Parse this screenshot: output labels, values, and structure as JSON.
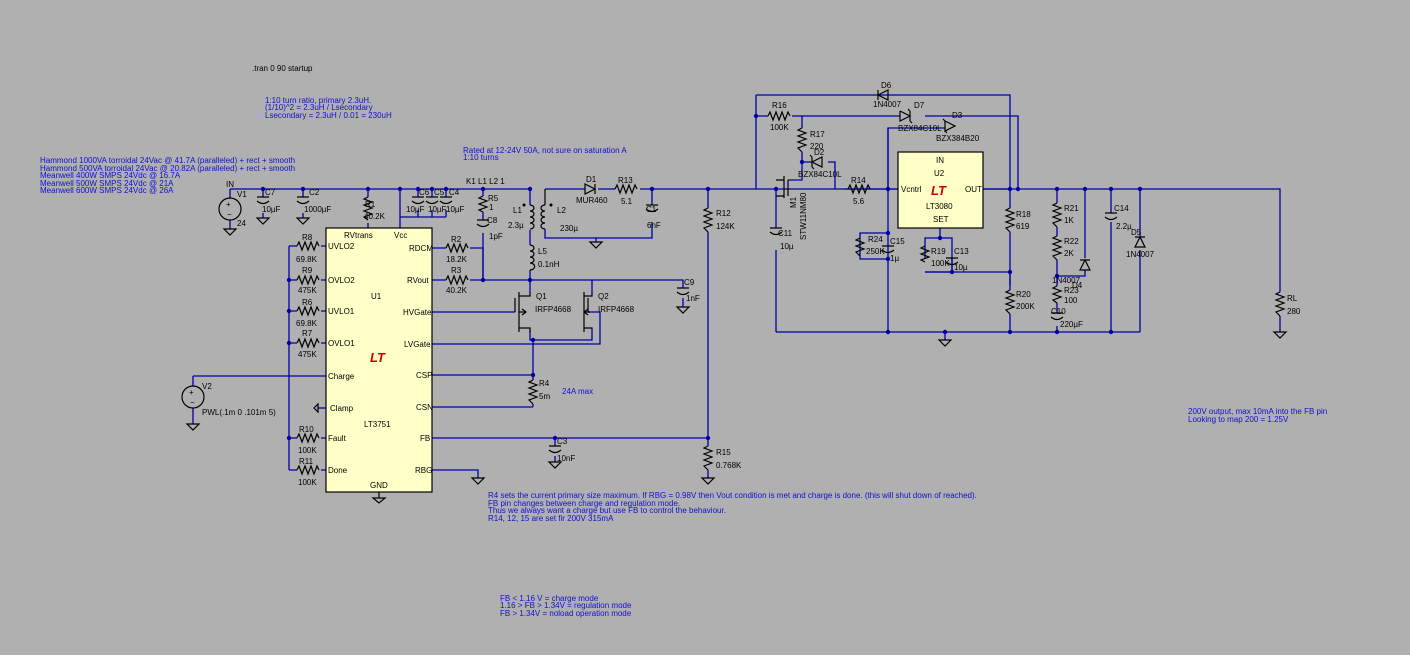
{
  "directive": ".tran 0 90 startup",
  "notes": {
    "turns": [
      "1:10 turn ratio, primary 2.3uH.",
      "(1/10)^2 = 2.3uH / Lsecondary",
      "Lsecondary = 2.3uH / 0.01 = 230uH"
    ],
    "supplies": [
      "Hammond 1000VA torroidal 24Vac @ 41.7A (paralleled) + rect + smooth",
      "Hammond 500VA torroidal 24Vac @ 20.82A (paralleled) + rect + smooth",
      "Meanwell 400W SMPS 24Vdc @ 16.7A",
      "Meanwell 500W SMPS 24Vdc @ 21A",
      "Meanwell 600W SMPS 24Vdc @ 26A"
    ],
    "rating": [
      "Rated at 12-24V 50A, not sure on saturation A",
      "1:10 turns"
    ],
    "current": "24A max",
    "output": [
      "200V output, max 10mA into the FB pin",
      "Looking to map 200 = 1.25V"
    ],
    "r4": [
      "R4 sets the current primary size maximum. If RBG = 0.98V then Vout condition is met and charge is done. (this will shut down of reached).",
      "FB pin changes between charge and regulation mode.",
      "Thus we always want a charge but use FB to control the behaviour.",
      "R14, 12, 15 are set fir 200V 315mA"
    ],
    "modes": [
      "FB < 1.16 V = charge mode",
      "1.16 > FB > 1.34V = regulation mode",
      "FB > 1.34V = noload operation mode"
    ]
  },
  "ic1": {
    "name": "U1",
    "part": "LT3751",
    "pins_left": [
      "UVLO2",
      "OVLO2",
      "UVLO1",
      "OVLO1",
      "Charge",
      "Clamp",
      "Fault",
      "Done"
    ],
    "pins_right": [
      "RDCM",
      "RVout",
      "HVGate",
      "LVGate",
      "CSP",
      "CSN",
      "FB",
      "RBG"
    ],
    "top": [
      "RVtrans",
      "Vcc"
    ],
    "bottom": "GND"
  },
  "ic2": {
    "name": "U2",
    "part": "LT3080",
    "pins": [
      "IN",
      "Vcntrl",
      "OUT",
      "SET"
    ]
  },
  "sources": {
    "v1": {
      "name": "V1",
      "value": "24",
      "node": "IN"
    },
    "v2": {
      "name": "V2",
      "value": "PWL(.1m 0 .101m 5)"
    }
  },
  "components": {
    "R1": {
      "name": "R1",
      "value": "40.2K"
    },
    "R2": {
      "name": "R2",
      "value": "18.2K"
    },
    "R3": {
      "name": "R3",
      "value": "40.2K"
    },
    "R4": {
      "name": "R4",
      "value": "5m"
    },
    "R5": {
      "name": "R5",
      "value": "1"
    },
    "R6": {
      "name": "R6",
      "value": "69.8K"
    },
    "R7": {
      "name": "R7",
      "value": "475K"
    },
    "R8": {
      "name": "R8",
      "value": "69.8K"
    },
    "R9": {
      "name": "R9",
      "value": "475K"
    },
    "R10": {
      "name": "R10",
      "value": "100K"
    },
    "R11": {
      "name": "R11",
      "value": "100K"
    },
    "R12": {
      "name": "R12",
      "value": "124K"
    },
    "R13": {
      "name": "R13",
      "value": "5.1"
    },
    "R14": {
      "name": "R14",
      "value": "5.6"
    },
    "R15": {
      "name": "R15",
      "value": "0.768K"
    },
    "R16": {
      "name": "R16",
      "value": "100K"
    },
    "R17": {
      "name": "R17",
      "value": "220"
    },
    "R18": {
      "name": "R18",
      "value": "619"
    },
    "R19": {
      "name": "R19",
      "value": "100K"
    },
    "R20": {
      "name": "R20",
      "value": "200K"
    },
    "R21": {
      "name": "R21",
      "value": "1K"
    },
    "R22": {
      "name": "R22",
      "value": "2K"
    },
    "R23": {
      "name": "R23",
      "value": "100"
    },
    "R24": {
      "name": "R24",
      "value": "250K"
    },
    "RL": {
      "name": "RL",
      "value": "280"
    },
    "C1": {
      "name": "C1",
      "value": "6nF"
    },
    "C2": {
      "name": "C2",
      "value": "1000µF"
    },
    "C3": {
      "name": "C3",
      "value": "10nF"
    },
    "C4": {
      "name": "C4",
      "value": "10µF"
    },
    "C5": {
      "name": "C5",
      "value": "10µF"
    },
    "C6": {
      "name": "C6",
      "value": "10µF"
    },
    "C7": {
      "name": "C7",
      "value": "10µF"
    },
    "C8": {
      "name": "C8",
      "value": "1pF"
    },
    "C9": {
      "name": "C9",
      "value": "1nF"
    },
    "C10": {
      "name": "C10",
      "value": "220µF"
    },
    "C11": {
      "name": "C11",
      "value": "10µ"
    },
    "C13": {
      "name": "C13",
      "value": "10µ"
    },
    "C14": {
      "name": "C14",
      "value": "2.2µ"
    },
    "C15": {
      "name": "C15",
      "value": "1µ"
    },
    "L1": {
      "name": "L1",
      "value": "2.3µ"
    },
    "L2": {
      "name": "L2",
      "value": "230µ"
    },
    "L5": {
      "name": "L5",
      "value": "0.1nH"
    },
    "D1": {
      "name": "D1",
      "value": "MUR460"
    },
    "D2": {
      "name": "D2",
      "value": "BZX84C10L"
    },
    "D3": {
      "name": "D3",
      "value": "BZX384B20"
    },
    "D4": {
      "name": "D4",
      "value": "1N4007"
    },
    "D5": {
      "name": "D5",
      "value": "1N4007"
    },
    "D6": {
      "name": "D6",
      "value": "1N4007"
    },
    "D7": {
      "name": "D7",
      "value": "BZX84C10L"
    },
    "Q1": {
      "name": "Q1",
      "value": "IRFP4668"
    },
    "Q2": {
      "name": "Q2",
      "value": "IRFP4668"
    },
    "M1": {
      "name": "M1",
      "value": "STW11NM80"
    },
    "K1": "K1 L1 L2 1"
  },
  "colors": {
    "background": "#b0b0b0",
    "wire": "#0000a8",
    "ic_fill": "#ffffc8",
    "logo": "#d00000",
    "comment": "#1010d0"
  }
}
